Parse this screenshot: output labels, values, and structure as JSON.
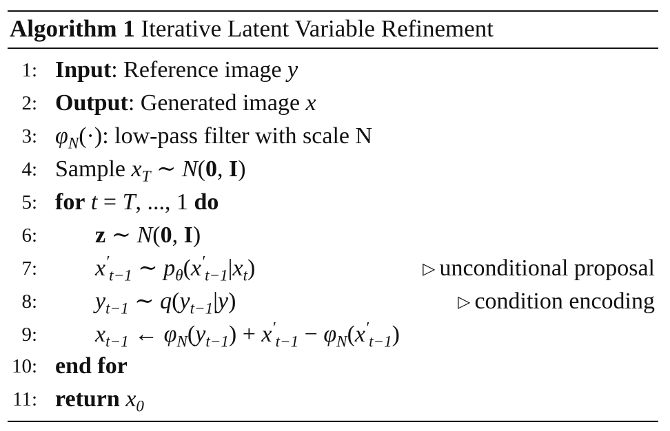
{
  "algorithm": {
    "label": "Algorithm 1",
    "title": "Iterative Latent Variable Refinement",
    "line_numbers": [
      "1:",
      "2:",
      "3:",
      "4:",
      "5:",
      "6:",
      "7:",
      "8:",
      "9:",
      "10:",
      "11:"
    ],
    "keywords": {
      "input": "Input",
      "output": "Output",
      "for": "for",
      "do": "do",
      "end_for": "end for",
      "return": "return"
    },
    "text": {
      "input_desc": ": Reference image ",
      "output_desc": ": Generated image ",
      "filter_desc": ": low-pass filter with scale N",
      "sample": "Sample "
    },
    "comments": {
      "line7": "unconditional proposal",
      "line8": "condition encoding"
    },
    "comment_icon": "triangle-right-icon"
  }
}
